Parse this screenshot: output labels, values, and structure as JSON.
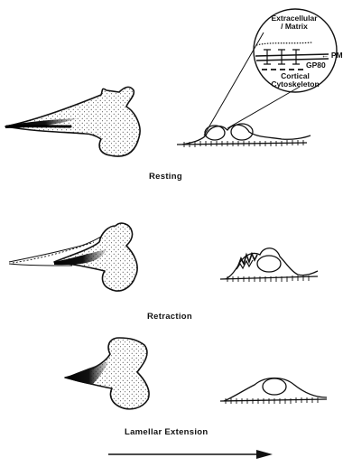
{
  "stages": [
    {
      "label": "Resting"
    },
    {
      "label": "Retraction"
    },
    {
      "label": "Lamellar Extension"
    }
  ],
  "inset": {
    "extracellular_matrix": "Extracellular\n/ Matrix",
    "pm": "PM",
    "gp80": "GP80",
    "cortical_cytoskeleton": "Cortical\nCytoskeleton"
  },
  "colors": {
    "ink": "#111111"
  }
}
